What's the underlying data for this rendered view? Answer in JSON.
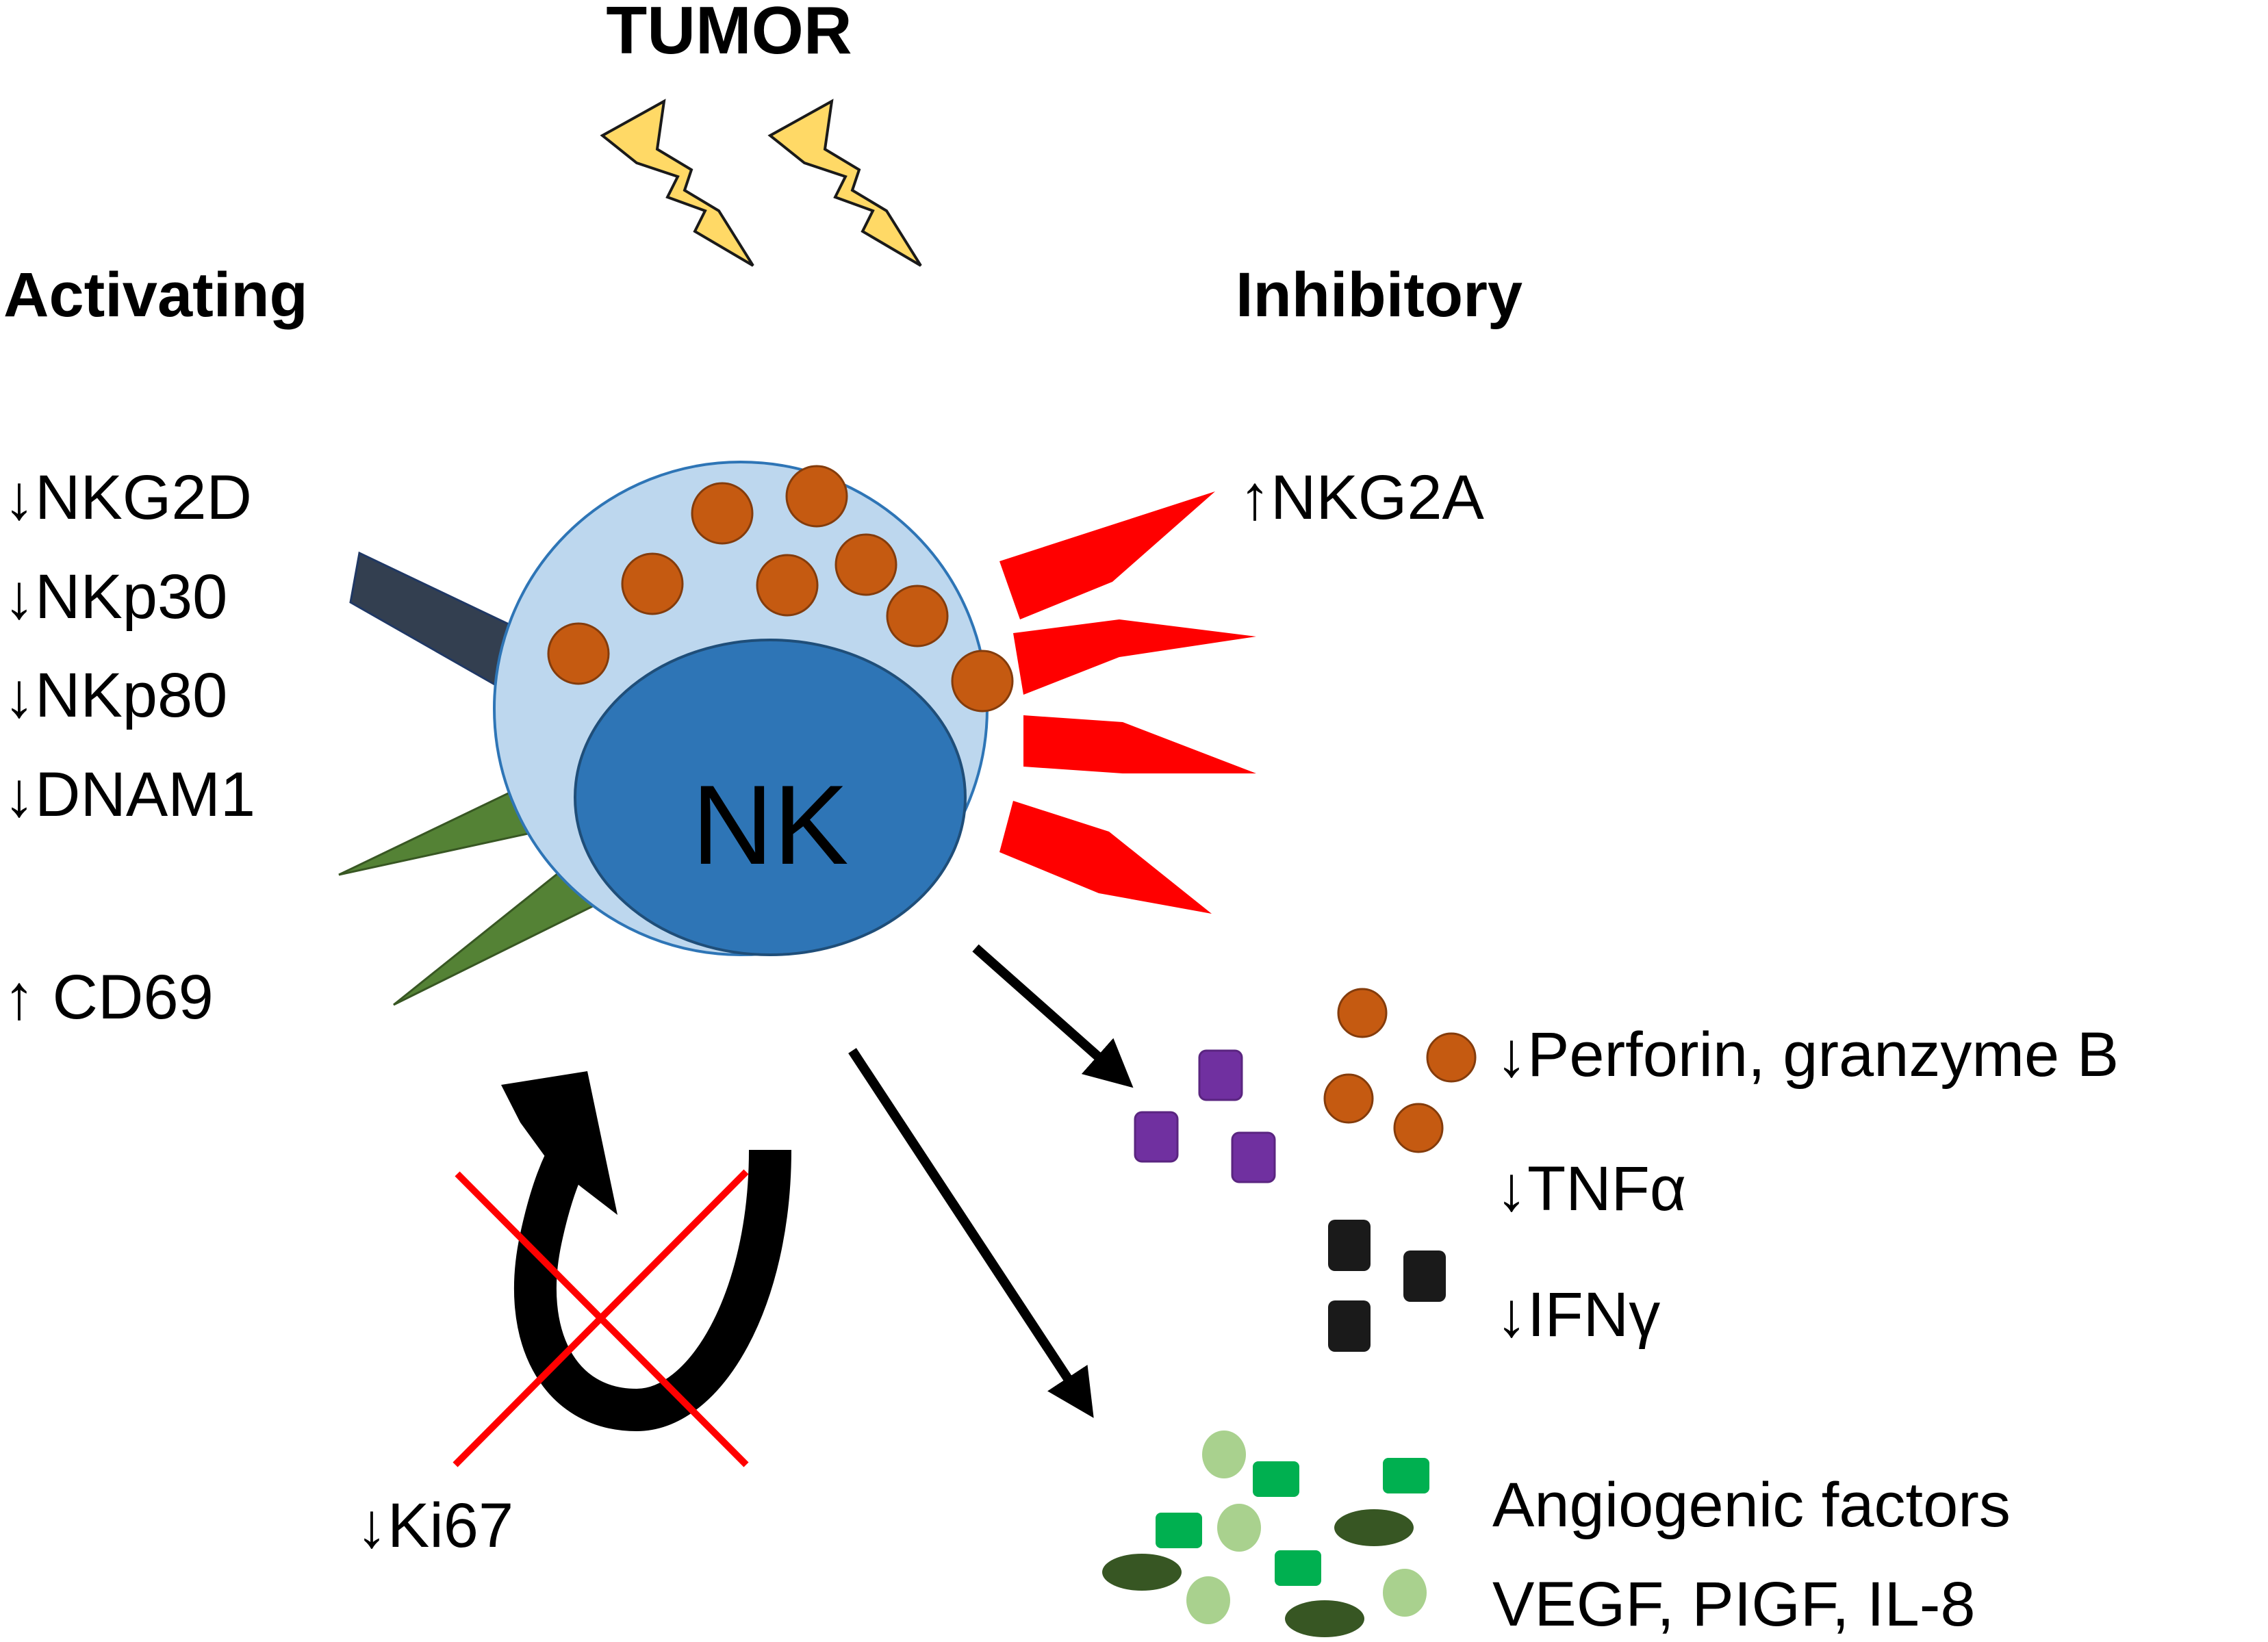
{
  "title": "TUMOR",
  "headings": {
    "activating": "Activating",
    "inhibitory": "Inhibitory"
  },
  "cell": {
    "label": "NK"
  },
  "receptors": {
    "activating": [
      "↓NKG2D",
      "↓NKp30",
      "↓NKp80",
      "↓DNAM1"
    ],
    "cd69": "↑ CD69",
    "inhibitory": "↑NKG2A"
  },
  "outputs": {
    "perforin": "↓Perforin, granzyme B",
    "tnf": "↓TNFα",
    "ifn": "↓IFNγ",
    "angiogenic_line1": "Angiogenic factors",
    "angiogenic_line2": "VEGF, PIGF, IL-8"
  },
  "proliferation": {
    "ki67": "↓Ki67"
  },
  "colors": {
    "bolt": "#ffd966",
    "cytoplasm": "#bdd7ee",
    "nucleus": "#2e75b6",
    "granule": "#c55a11",
    "inhibitory_receptor": "#ff0000",
    "activating_receptor": "#548235",
    "bar_receptor": "#333f50",
    "tnf_square": "#7030a0",
    "ifn_square": "#1a1a1a",
    "vegf_circle": "#a9d18e",
    "vegf_square": "#00b050",
    "vegf_ellipse": "#375623",
    "cross": "#ff0000"
  }
}
